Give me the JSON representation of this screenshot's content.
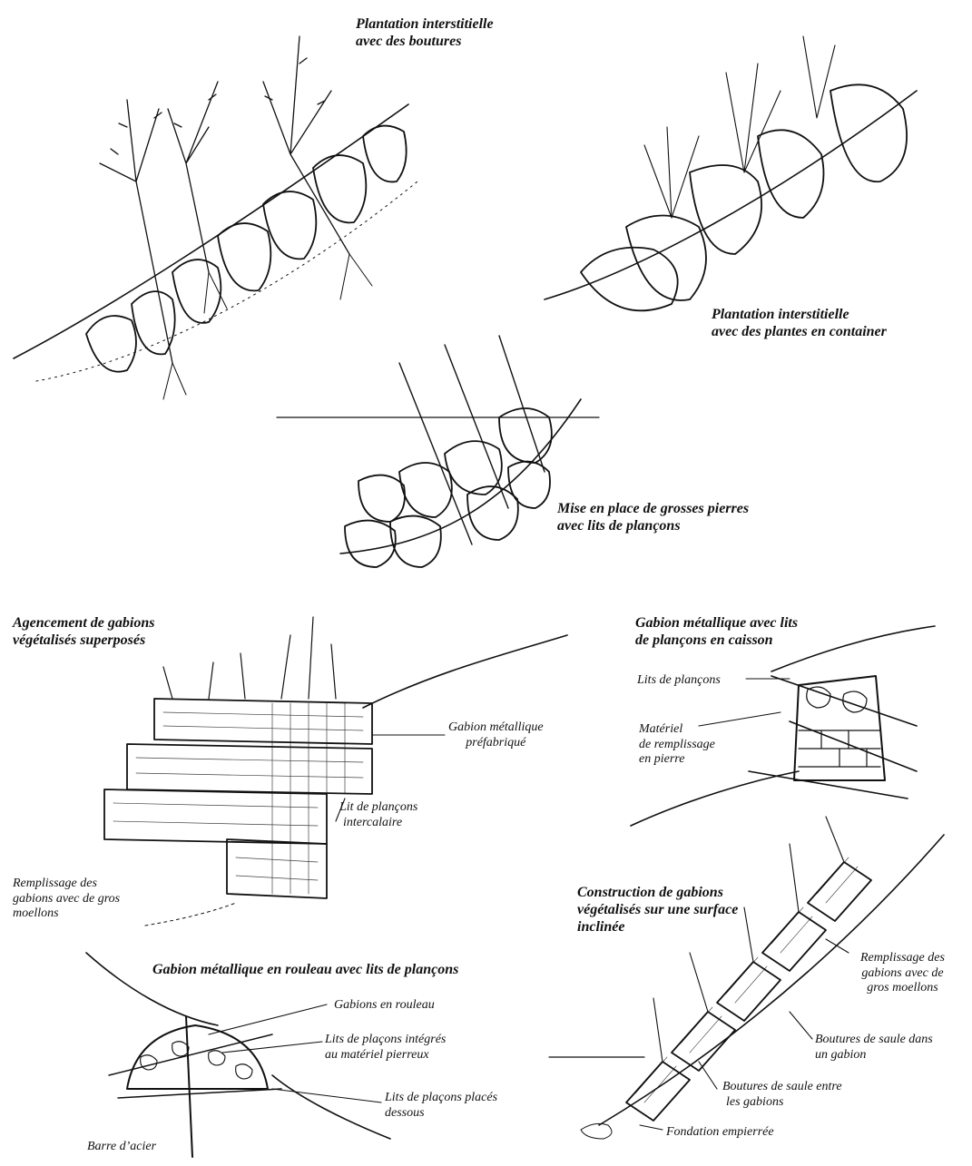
{
  "titles": {
    "p1": [
      "Plantation interstitielle",
      "avec des boutures"
    ],
    "p2": [
      "Plantation interstitielle",
      "avec des plantes en container"
    ],
    "p3": [
      "Mise en place de grosses pierres",
      "avec lits de plançons"
    ],
    "p4": [
      "Agencement de gabions",
      "végétalisés superposés"
    ],
    "p5": [
      "Gabion métallique avec lits",
      "de plançons en caisson"
    ],
    "p6": [
      "Construction de gabions",
      "végétalisés sur une surface",
      "inclinée"
    ],
    "p7": "Gabion métallique en rouleau avec lits de plançons"
  },
  "labels": {
    "gabion_prefab": [
      "Gabion métallique",
      "préfabriqué"
    ],
    "lit_intercalaire": [
      "Lit de plançons",
      "intercalaire"
    ],
    "remplissage_left": [
      "Remplissage des",
      "gabions avec de gros",
      "moellons"
    ],
    "lits_plancons": "Lits de plançons",
    "materiel": [
      "Matériel",
      "de remplissage",
      "en pierre"
    ],
    "remplissage_right": [
      "Remplissage des",
      "gabions avec de",
      "gros moellons"
    ],
    "boutures_dans": [
      "Boutures de saule dans",
      "un gabion"
    ],
    "boutures_entre": [
      "Boutures de saule entre",
      "les gabions"
    ],
    "fondation": "Fondation empierrée",
    "gabions_rouleau": "Gabions en rouleau",
    "lits_integres": [
      "Lits de plaçons intégrés",
      "au matériel pierreux"
    ],
    "lits_dessous": [
      "Lits de plaçons placés",
      "dessous"
    ],
    "barre": "Barre d’acier"
  },
  "colors": {
    "ink": "#111111",
    "paper": "#ffffff"
  }
}
